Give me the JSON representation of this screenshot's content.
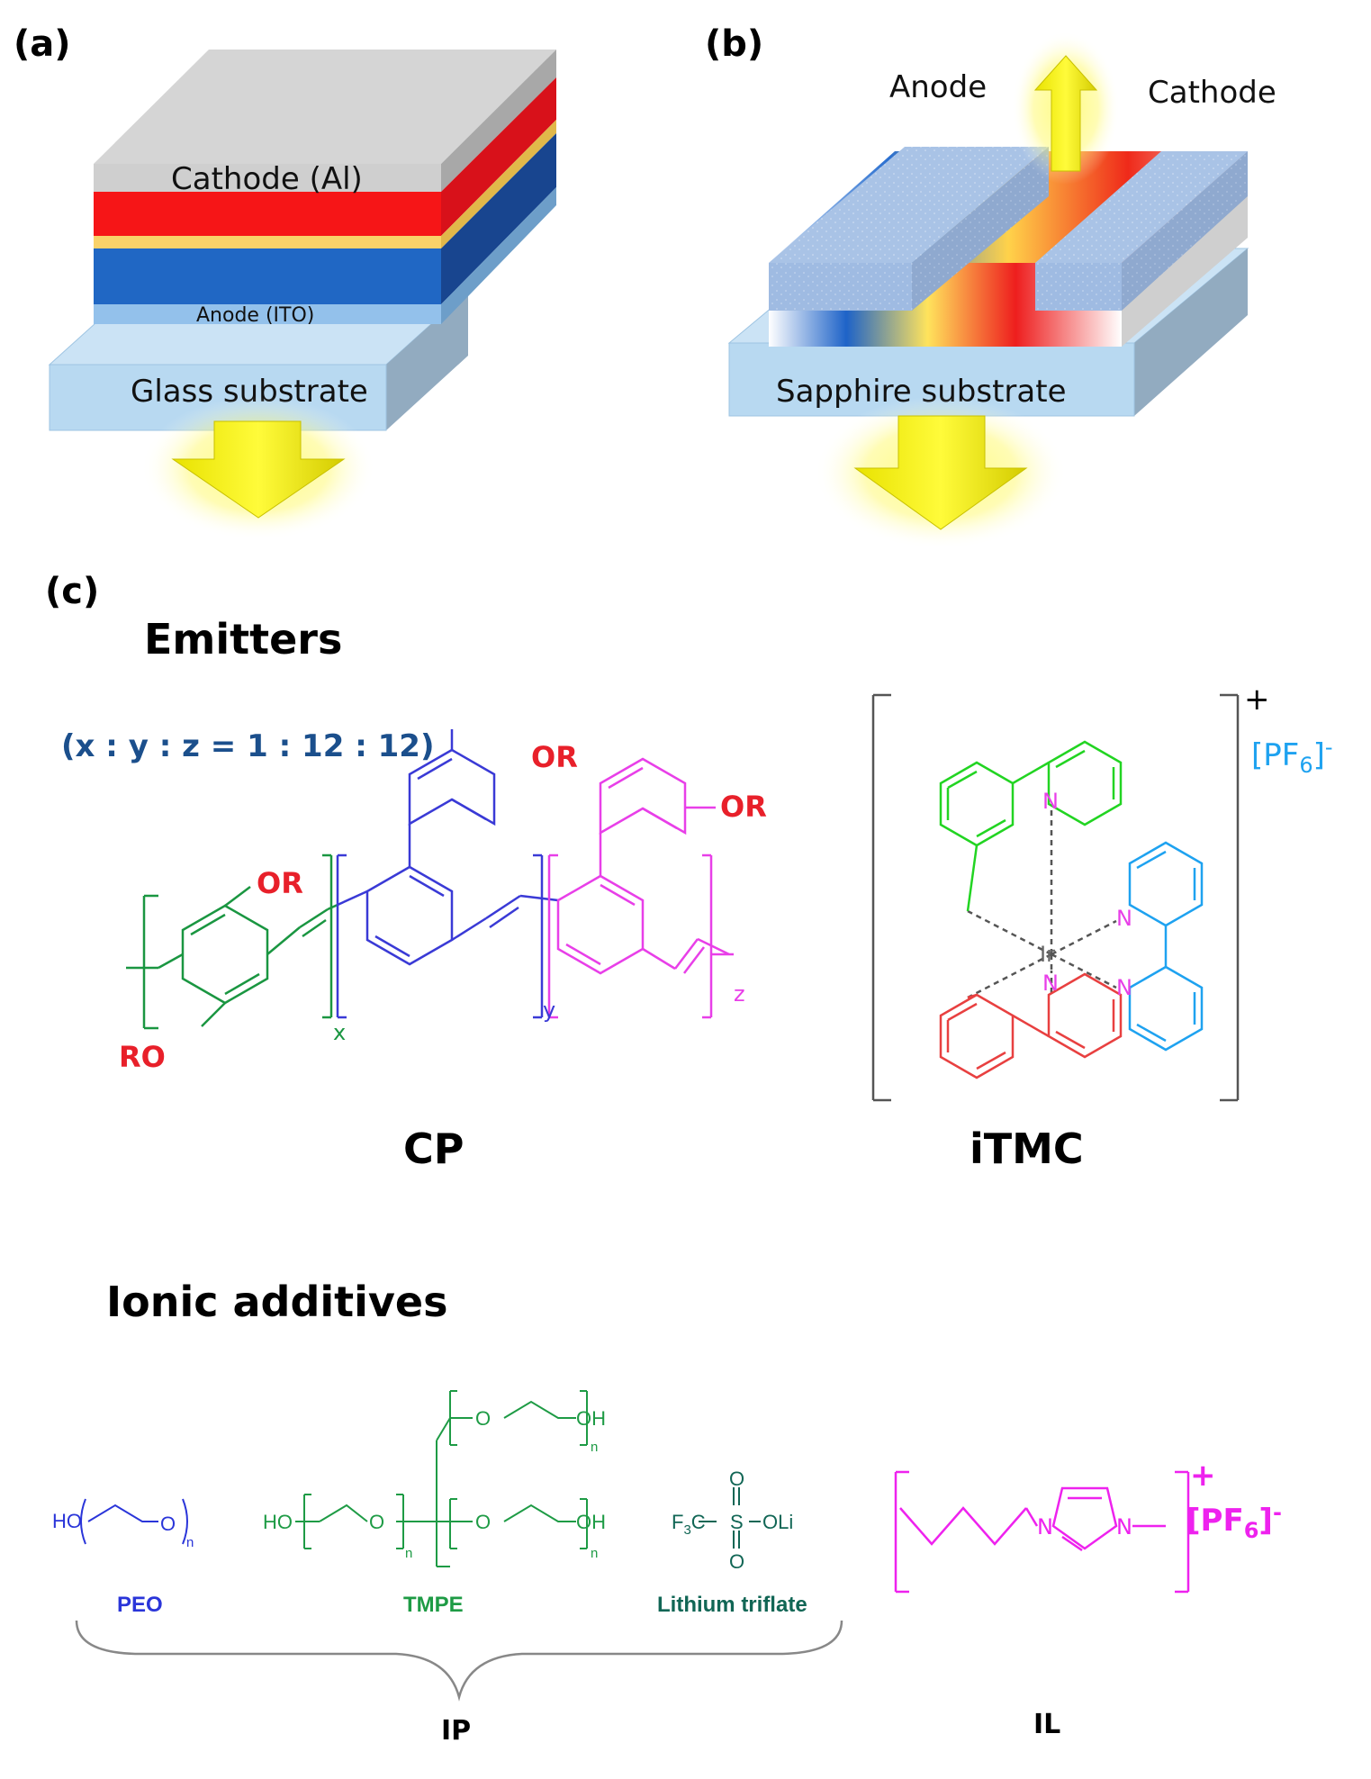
{
  "panels": {
    "a": {
      "label": "(a)",
      "cathode": "Cathode (Al)",
      "anode": "Anode (ITO)",
      "substrate": "Glass substrate"
    },
    "b": {
      "label": "(b)",
      "anode": "Anode",
      "cathode": "Cathode",
      "substrate": "Sapphire substrate"
    },
    "c": {
      "label": "(c)",
      "emitters_heading": "Emitters",
      "ratio": "(x : y : z = 1 : 12 : 12)",
      "cp": {
        "name": "CP",
        "sub_x": "x",
        "sub_y": "y",
        "sub_z": "z",
        "or_label": "OR",
        "ro_label": "RO"
      },
      "itmc": {
        "name": "iTMC",
        "metal": "Ir",
        "n_atom": "N",
        "charge": "+",
        "counterion": "[PF",
        "counterion_sub": "6",
        "counterion_close": "]",
        "counterion_charge": "-"
      },
      "ionic_heading": "Ionic additives",
      "additives": {
        "peo": {
          "name": "PEO",
          "ho": "HO",
          "o": "O",
          "n": "n"
        },
        "tmpe": {
          "name": "TMPE",
          "ho": "HO",
          "o": "O",
          "oh": "OH",
          "n": "n"
        },
        "litf": {
          "name": "Lithium triflate",
          "f3c": "F",
          "f3c_sub": "3",
          "c": "C",
          "s": "S",
          "oli": "OLi",
          "o": "O"
        },
        "ip": "IP",
        "il": {
          "name": "IL",
          "n": "N",
          "charge": "+",
          "counterion": "[PF",
          "counterion_sub": "6",
          "counterion_close": "]",
          "counterion_charge": "-"
        }
      }
    }
  },
  "colors": {
    "green": "#1a9641",
    "blue": "#3a3ad6",
    "magenta": "#e83fe8",
    "red": "#e8202a",
    "itmc_green": "#22d422",
    "itmc_red": "#e84040",
    "itmc_blue": "#1ea2f0",
    "ratio_blue": "#1b4f8c",
    "counterion_blue": "#1ea2f0",
    "peo_blue": "#2a35d9",
    "tmpe_green": "#1e9b45",
    "litf_teal": "#116655",
    "il_magenta": "#ee22ee"
  }
}
